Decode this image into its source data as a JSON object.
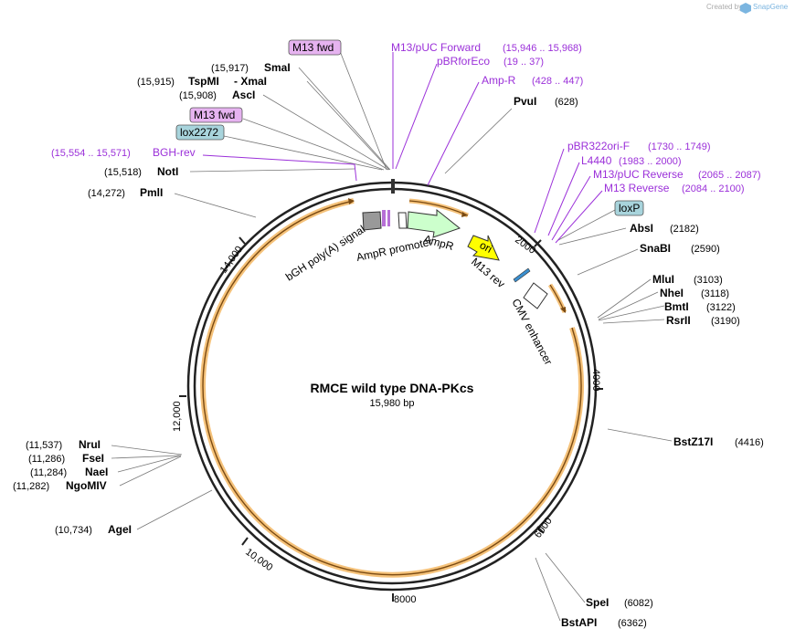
{
  "credit": {
    "text": "Created by",
    "brand": "SnapGene"
  },
  "plasmid": {
    "name": "RMCE wild type DNA-PKcs",
    "size_label": "15,980 bp"
  },
  "ticks": [
    "2000",
    "4000",
    "6000",
    "8000",
    "10,000",
    "12,000",
    "14,000"
  ],
  "left_labels": [
    {
      "pos": "(15,917)",
      "name": "SmaI"
    },
    {
      "pos": "(15,915)",
      "name": "TspMI",
      "extra": "-  XmaI"
    },
    {
      "pos": "(15,908)",
      "name": "AscI"
    },
    {
      "pos": "(15,518)",
      "name": "NotI"
    },
    {
      "pos": "(14,272)",
      "name": "PmlI"
    },
    {
      "pos": "(11,537)",
      "name": "NruI"
    },
    {
      "pos": "(11,286)",
      "name": "FseI"
    },
    {
      "pos": "(11,284)",
      "name": "NaeI"
    },
    {
      "pos": "(11,282)",
      "name": "NgoMIV"
    },
    {
      "pos": "(10,734)",
      "name": "AgeI"
    }
  ],
  "right_labels": [
    {
      "name": "PvuI",
      "pos": "(628)"
    },
    {
      "name": "AbsI",
      "pos": "(2182)"
    },
    {
      "name": "SnaBI",
      "pos": "(2590)"
    },
    {
      "name": "MluI",
      "pos": "(3103)"
    },
    {
      "name": "NheI",
      "pos": "(3118)"
    },
    {
      "name": "BmtI",
      "pos": "(3122)"
    },
    {
      "name": "RsrII",
      "pos": "(3190)"
    },
    {
      "name": "BstZ17I",
      "pos": "(4416)"
    },
    {
      "name": "SpeI",
      "pos": "(6082)"
    },
    {
      "name": "BstAPI",
      "pos": "(6362)"
    }
  ],
  "primers": [
    {
      "name": "M13/pUC Forward",
      "range": "(15,946 .. 15,968)"
    },
    {
      "name": "pBRforEco",
      "range": "(19 .. 37)"
    },
    {
      "name": "Amp-R",
      "range": "(428 .. 447)"
    },
    {
      "name": "pBR322ori-F",
      "range": "(1730 .. 1749)"
    },
    {
      "name": "L4440",
      "range": "(1983 .. 2000)"
    },
    {
      "name": "M13/pUC Reverse",
      "range": "(2065 .. 2087)"
    },
    {
      "name": "M13 Reverse",
      "range": "(2084 .. 2100)"
    },
    {
      "name": "BGH-rev",
      "range": "(15,554 .. 15,571)"
    }
  ],
  "boxed": [
    {
      "name": "M13 fwd",
      "color": "#e6b3f0"
    },
    {
      "name": "M13 fwd",
      "color": "#e6b3f0"
    },
    {
      "name": "lox2272",
      "color": "#a8d4dc"
    },
    {
      "name": "loxP",
      "color": "#a8d4dc"
    }
  ],
  "features": [
    {
      "name": "bGH poly(A) signal"
    },
    {
      "name": "AmpR promoter"
    },
    {
      "name": "AmpR",
      "color": "#ccffcc"
    },
    {
      "name": "ori",
      "color": "#ffff00"
    },
    {
      "name": "M13 rev"
    },
    {
      "name": "CMV enhancer"
    }
  ],
  "colors": {
    "primer": "#9b30d9",
    "orf_arc": "#f5c27a",
    "orf_core": "#7a4a12"
  }
}
